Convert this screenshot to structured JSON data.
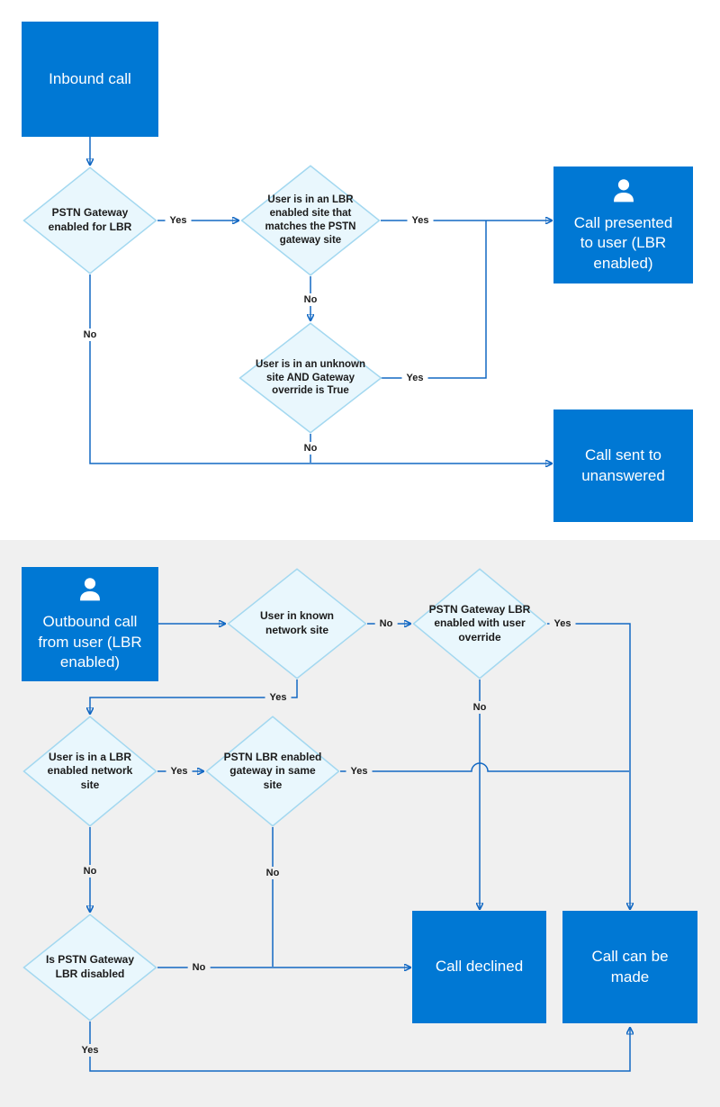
{
  "colors": {
    "process_fill": "#0078d4",
    "process_text": "#ffffff",
    "decision_fill": "#e9f7fd",
    "decision_border": "#a3d8f0",
    "connector": "#1268c3",
    "top_background": "#ffffff",
    "bottom_background": "#f0f0f0",
    "label_text": "#1b1b1b"
  },
  "top_chart": {
    "nodes": {
      "inbound_call": "Inbound call",
      "pstn_gateway_enabled": "PSTN Gateway enabled for LBR",
      "user_lbr_site_match": "User is in an LBR enabled site that matches the PSTN gateway site",
      "user_unknown_site": "User is in an unknown site AND Gateway override is True",
      "call_presented": "Call presented to user (LBR enabled)",
      "call_unanswered": "Call sent to unanswered"
    },
    "labels": {
      "gateway_yes": "Yes",
      "site_match_yes": "Yes",
      "site_match_no": "No",
      "unknown_site_yes": "Yes",
      "gateway_no": "No",
      "unknown_site_no": "No"
    }
  },
  "bottom_chart": {
    "nodes": {
      "outbound_call": "Outbound call from user (LBR enabled)",
      "user_known_site": "User in known network site",
      "gateway_user_override": "PSTN Gateway LBR enabled with user override",
      "user_lbr_network_site": "User is in a LBR enabled network site",
      "lbr_gateway_same_site": "PSTN LBR enabled gateway in same site",
      "gateway_lbr_disabled": "Is PSTN Gateway LBR disabled",
      "call_declined": "Call declined",
      "call_can_be_made": "Call can be made"
    },
    "labels": {
      "known_site_no": "No",
      "override_yes": "Yes",
      "known_site_yes": "Yes",
      "lbr_network_yes": "Yes",
      "same_site_yes": "Yes",
      "override_no": "No",
      "lbr_network_no": "No",
      "same_site_no": "No",
      "disabled_no": "No",
      "disabled_yes": "Yes"
    }
  }
}
